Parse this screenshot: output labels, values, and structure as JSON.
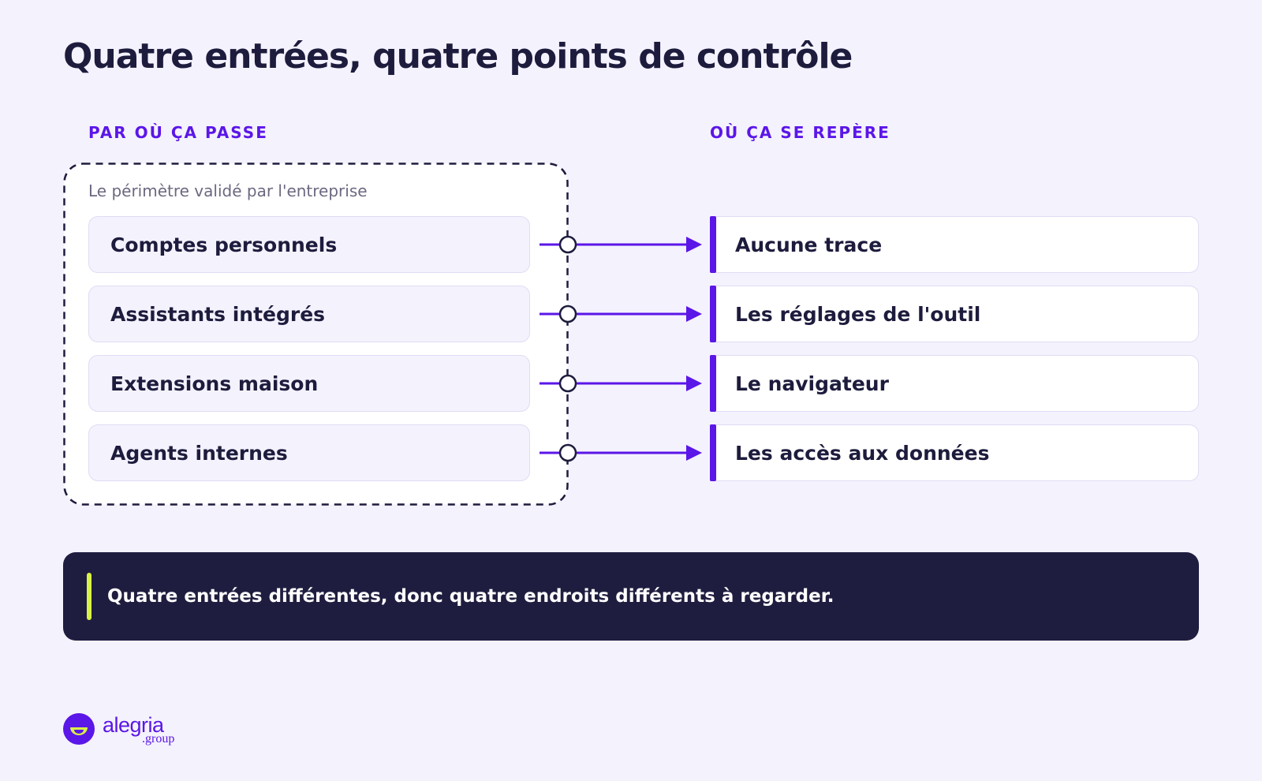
{
  "title": "Quatre entrées, quatre points de contrôle",
  "left_column_label": "PAR OÙ ÇA PASSE",
  "right_column_label": "OÙ ÇA SE REPÈRE",
  "perimeter_caption": "Le périmètre validé par l'entreprise",
  "entries": [
    {
      "label": "Comptes personnels",
      "target": "Aucune trace"
    },
    {
      "label": "Assistants intégrés",
      "target": "Les réglages de l'outil"
    },
    {
      "label": "Extensions maison",
      "target": "Le navigateur"
    },
    {
      "label": "Agents internes",
      "target": "Les accès aux données"
    }
  ],
  "callout": "Quatre entrées différentes, donc quatre endroits différents à regarder.",
  "brand": {
    "name": "alegria",
    "suffix": ".group"
  },
  "colors": {
    "background": "#f4f2fd",
    "accent": "#5b16e8",
    "dark": "#1d1c3d",
    "callout_bg": "#1f1d3f",
    "callout_bar": "#d8f246"
  }
}
